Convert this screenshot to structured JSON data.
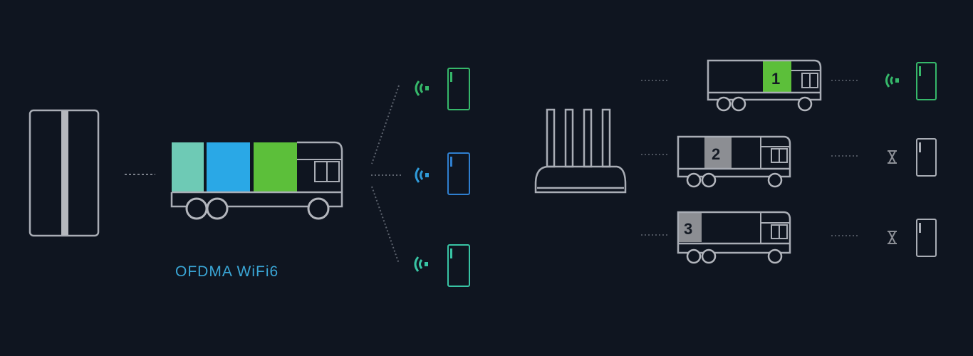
{
  "caption": "OFDMA WiFi6",
  "colors": {
    "background": "#0f1520",
    "outline": "#a9adb5",
    "teal_block": "#6ecab5",
    "blue_block": "#2aa8e6",
    "green_block": "#5cbf3a",
    "gray_block": "#8c8e93",
    "green_device": "#36b86a",
    "blue_device": "#2f7fd0",
    "teal_device": "#38c4a4",
    "caption_color": "#3aa6d6"
  },
  "left_panel": {
    "source": "router-tower-icon",
    "truck": {
      "blocks": [
        "teal",
        "blue",
        "green"
      ]
    },
    "devices": [
      {
        "color": "green",
        "signal": "wifi-signal-icon"
      },
      {
        "color": "blue",
        "signal": "wifi-signal-icon"
      },
      {
        "color": "teal",
        "signal": "wifi-signal-icon"
      }
    ]
  },
  "right_panel": {
    "source": "router-four-antenna-icon",
    "trucks": [
      {
        "label": "1",
        "state": "active"
      },
      {
        "label": "2",
        "state": "waiting"
      },
      {
        "label": "3",
        "state": "waiting"
      }
    ],
    "devices": [
      {
        "status": "wifi-signal-icon",
        "color": "green"
      },
      {
        "status": "hourglass-icon",
        "color": "gray"
      },
      {
        "status": "hourglass-icon",
        "color": "gray"
      }
    ]
  }
}
